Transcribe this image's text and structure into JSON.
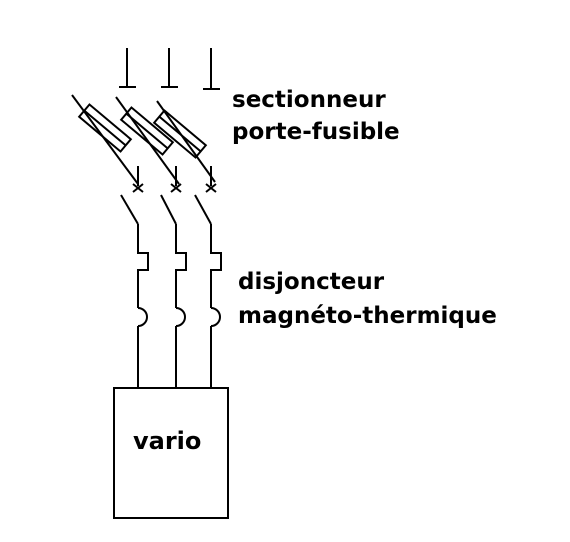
{
  "labels": {
    "sectionneur_line1": "sectionneur",
    "sectionneur_line2": "porte-fusible",
    "disjoncteur_line1": "disjoncteur",
    "disjoncteur_line2": "magnéto-thermique",
    "box": "vario"
  },
  "phases": 3
}
